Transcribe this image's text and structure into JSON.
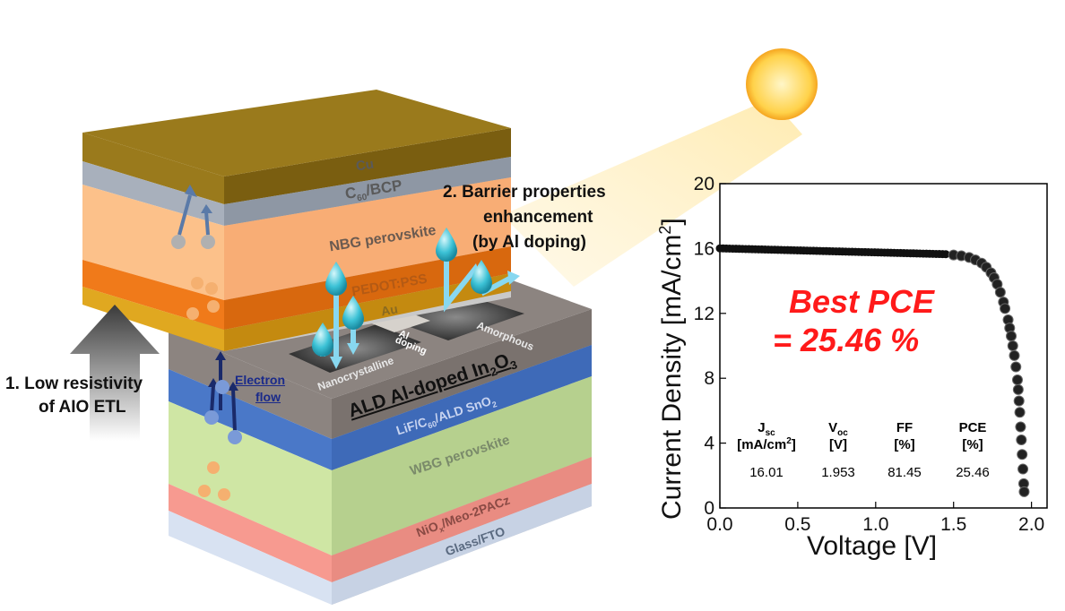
{
  "device": {
    "layers_top": [
      "Cu",
      "C60/BCP",
      "NBG perovskite",
      "PEDOT:PSS",
      "Au"
    ],
    "layers_bottom": [
      "ALD Al-doped In2O3",
      "LiF/C60/ALD SnO2",
      "WBG perovskite",
      "NiOx/Meo-2PACz",
      "Glass/FTO"
    ],
    "c60bcp": {
      "base": "C",
      "sub": "60",
      "rest": "/BCP"
    },
    "aio": {
      "pre": "ALD Al-doped In",
      "sub1": "2",
      "mid": "O",
      "sub2": "3"
    },
    "etl": {
      "a": "LiF/C",
      "sub": "60",
      "b": "/ALD SnO",
      "sub2": "2"
    },
    "nio": {
      "a": "NiO",
      "sub": "x",
      "b": "/Meo-2PACz"
    },
    "nanocrystalline": "Nanocrystalline",
    "amorphous": "Amorphous",
    "al_doping_1": "Al",
    "al_doping_2": "doping",
    "electron_flow_1": "Electron",
    "electron_flow_2": "flow",
    "note1_line1": "1.  Low resistivity",
    "note1_line2": "of AIO ETL",
    "note2_line1": "2. Barrier properties",
    "note2_line2": "enhancement",
    "note2_line3": "(by Al doping)",
    "colors": {
      "cu": "#9a7a1c",
      "bcp": "#a8b0bc",
      "nbg": "#fcc18a",
      "pedot": "#f07a1a",
      "au": "#e0a820",
      "aio": "#8c8480",
      "etl": "#4a78c8",
      "wbg": "#cfe6a4",
      "nio": "#f79a90",
      "fto": "#d8e2f2"
    }
  },
  "callout": {
    "line1": "Best PCE",
    "line2": "= 25.46 %",
    "color": "#ff1a1a"
  },
  "chart_data": {
    "type": "scatter",
    "xlabel": "Voltage [V]",
    "ylabel": "Current Density [mA/cm2]",
    "ylabel_pre": "Current Density [mA/cm",
    "ylabel_sup": "2",
    "ylabel_post": "]",
    "xlim": [
      0.0,
      2.1
    ],
    "ylim": [
      0,
      20
    ],
    "xticks": [
      "0.0",
      "0.5",
      "1.0",
      "1.5",
      "2.0"
    ],
    "xtick_values": [
      0.0,
      0.5,
      1.0,
      1.5,
      2.0
    ],
    "yticks": [
      "0",
      "4",
      "8",
      "12",
      "16",
      "20"
    ],
    "ytick_values": [
      0,
      4,
      8,
      12,
      16,
      20
    ],
    "series": [
      {
        "x": [
          1.5,
          1.55,
          1.6,
          1.64,
          1.68,
          1.71,
          1.74,
          1.76,
          1.78,
          1.8,
          1.82,
          1.83,
          1.85,
          1.86,
          1.87,
          1.88,
          1.89,
          1.9,
          1.91,
          1.915,
          1.92,
          1.925,
          1.93,
          1.935,
          1.94,
          1.945,
          1.95,
          1.953
        ],
        "y": [
          15.6,
          15.55,
          15.45,
          15.3,
          15.1,
          14.85,
          14.5,
          14.2,
          13.8,
          13.3,
          12.7,
          12.3,
          11.6,
          11.1,
          10.6,
          10.0,
          9.4,
          8.7,
          7.9,
          7.3,
          6.6,
          5.9,
          5.0,
          4.2,
          3.3,
          2.4,
          1.5,
          1.0
        ]
      }
    ],
    "flat_segment": {
      "x_start": 0.0,
      "x_end": 1.45,
      "y_start": 16.01,
      "y_end": 15.65
    },
    "stats": {
      "headers": [
        {
          "main": "J",
          "sub": "sc",
          "unit": "[mA/cm",
          "unit_sup": "2",
          "unit_end": "]"
        },
        {
          "main": "V",
          "sub": "oc",
          "unit": "[V]"
        },
        {
          "main": "FF",
          "sub": "",
          "unit": "[%]"
        },
        {
          "main": "PCE",
          "sub": "",
          "unit": "[%]"
        }
      ],
      "values": [
        "16.01",
        "1.953",
        "81.45",
        "25.46"
      ]
    }
  }
}
